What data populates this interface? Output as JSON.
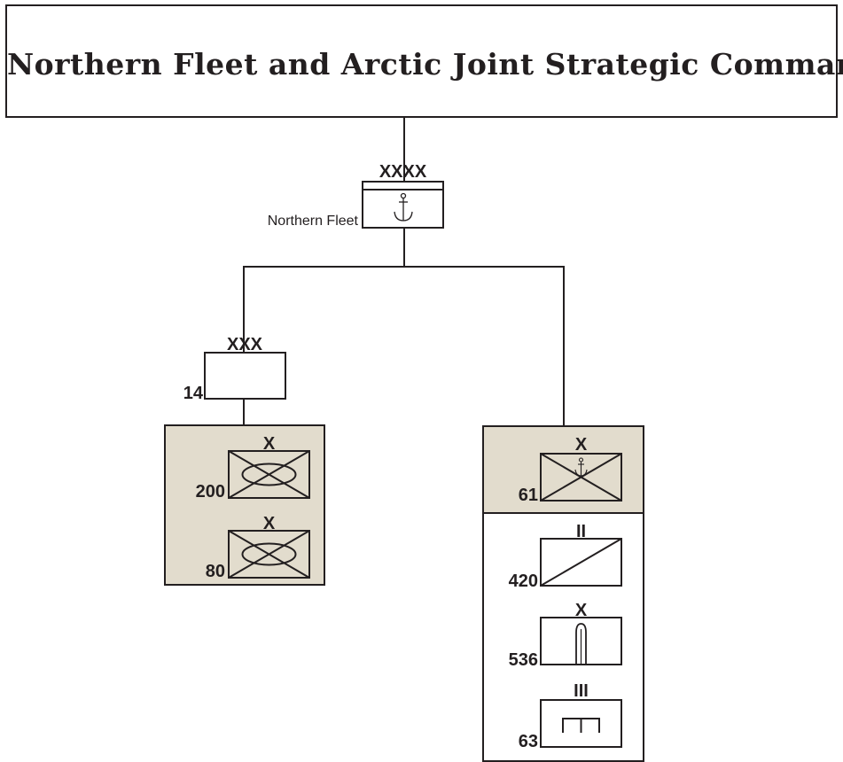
{
  "title": "Northern Fleet and Arctic Joint Strategic Command",
  "northern_fleet": {
    "echelon": "XXXX",
    "label": "Northern Fleet",
    "icon": "anchor-icon"
  },
  "corps_14": {
    "echelon": "XXX",
    "id": "14"
  },
  "brigade_200": {
    "echelon": "X",
    "id": "200",
    "icon": "motorized-infantry-icon"
  },
  "brigade_80": {
    "echelon": "X",
    "id": "80",
    "icon": "motorized-infantry-icon"
  },
  "brigade_61": {
    "echelon": "X",
    "id": "61",
    "icon": "naval-infantry-icon"
  },
  "battalion_420": {
    "echelon": "II",
    "id": "420",
    "icon": "reconnaissance-icon"
  },
  "brigade_536": {
    "echelon": "X",
    "id": "536",
    "icon": "coastal-missile-icon"
  },
  "regiment_63": {
    "echelon": "III",
    "id": "63",
    "icon": "engineer-icon"
  },
  "colors": {
    "line": "#231f20",
    "panel": "#e2dccd",
    "background": "#ffffff"
  }
}
